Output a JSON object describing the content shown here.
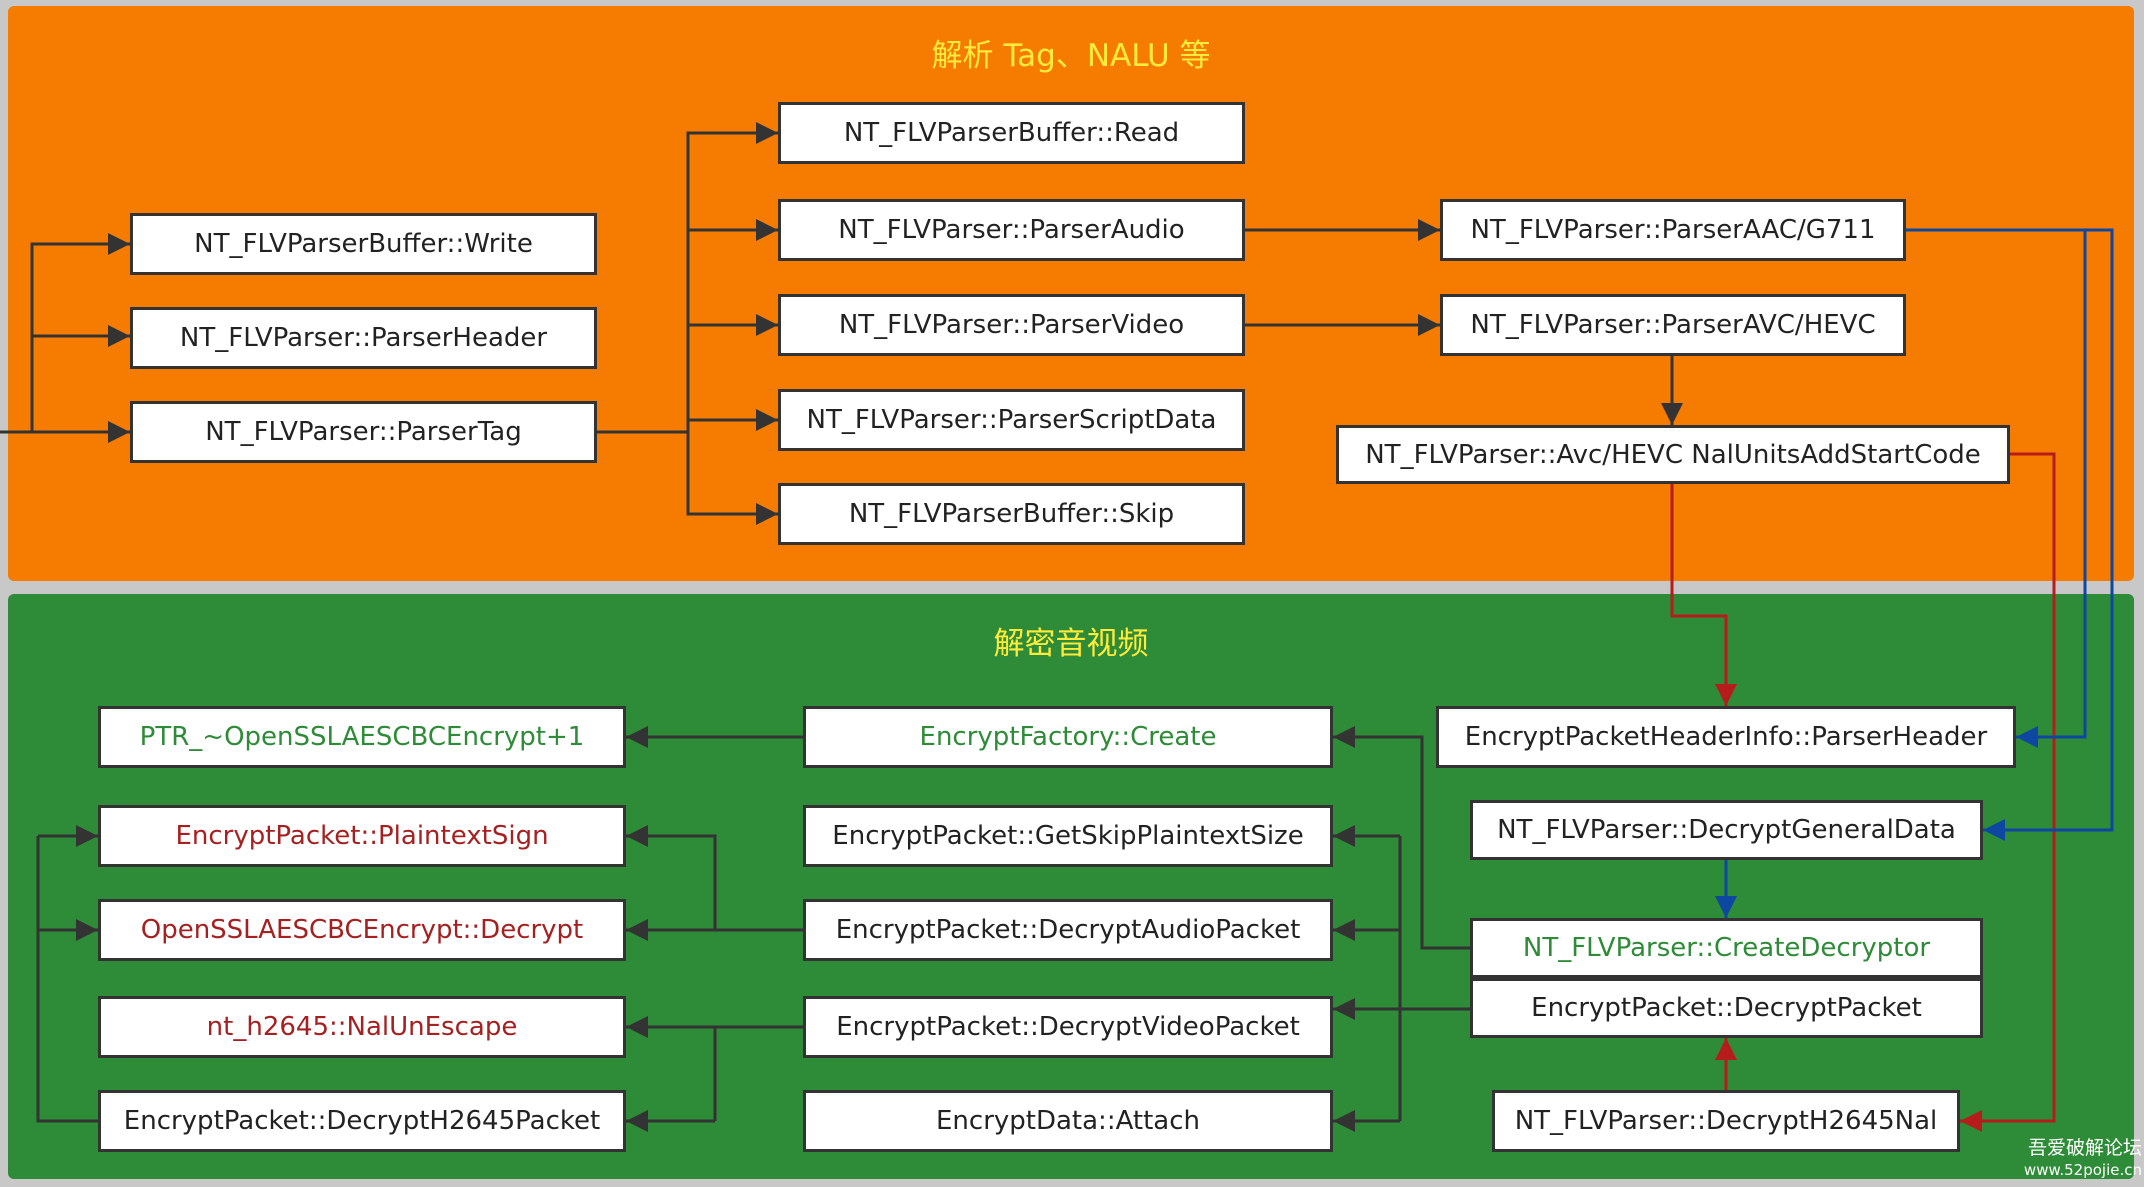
{
  "top_panel": {
    "title": "解析 Tag、NALU 等"
  },
  "bottom_panel": {
    "title": "解密音视频"
  },
  "colors": {
    "orange": "#f57c00",
    "green": "#2e8b37",
    "edge_dark": "#333333",
    "edge_red": "#b71c1c",
    "edge_blue": "#0d47a1",
    "text_red": "#a52121",
    "title_yellow": "#ffeb3b"
  },
  "nodes": {
    "buffer_write": "NT_FLVParserBuffer::Write",
    "parser_header": "NT_FLVParser::ParserHeader",
    "parser_tag": "NT_FLVParser::ParserTag",
    "buffer_read": "NT_FLVParserBuffer::Read",
    "parser_audio": "NT_FLVParser::ParserAudio",
    "parser_video": "NT_FLVParser::ParserVideo",
    "parser_script": "NT_FLVParser::ParserScriptData",
    "buffer_skip": "NT_FLVParserBuffer::Skip",
    "parser_aac": "NT_FLVParser::ParserAAC/G711",
    "parser_avc": "NT_FLVParser::ParserAVC/HEVC",
    "nal_start": "NT_FLVParser::Avc/HEVC NalUnitsAddStartCode",
    "ptr_openssl": "PTR_~OpenSSLAESCBCEncrypt+1",
    "plaintext_sign": "EncryptPacket::PlaintextSign",
    "openssl_decrypt": "OpenSSLAESCBCEncrypt::Decrypt",
    "nal_unescape": "nt_h2645::NalUnEscape",
    "decrypt_h2645_packet": "EncryptPacket::DecryptH2645Packet",
    "factory_create": "EncryptFactory::Create",
    "skip_plaintext": "EncryptPacket::GetSkipPlaintextSize",
    "decrypt_audio": "EncryptPacket::DecryptAudioPacket",
    "decrypt_video": "EncryptPacket::DecryptVideoPacket",
    "data_attach": "EncryptData::Attach",
    "header_info": "EncryptPacketHeaderInfo::ParserHeader",
    "general_data": "NT_FLVParser::DecryptGeneralData",
    "create_decryptor": "NT_FLVParser::CreateDecryptor",
    "decrypt_packet": "EncryptPacket::DecryptPacket",
    "decrypt_h2645_nal": "NT_FLVParser::DecryptH2645Nal"
  },
  "watermark": {
    "line1": "吾爱破解论坛",
    "line2": "www.52pojie.cn"
  }
}
